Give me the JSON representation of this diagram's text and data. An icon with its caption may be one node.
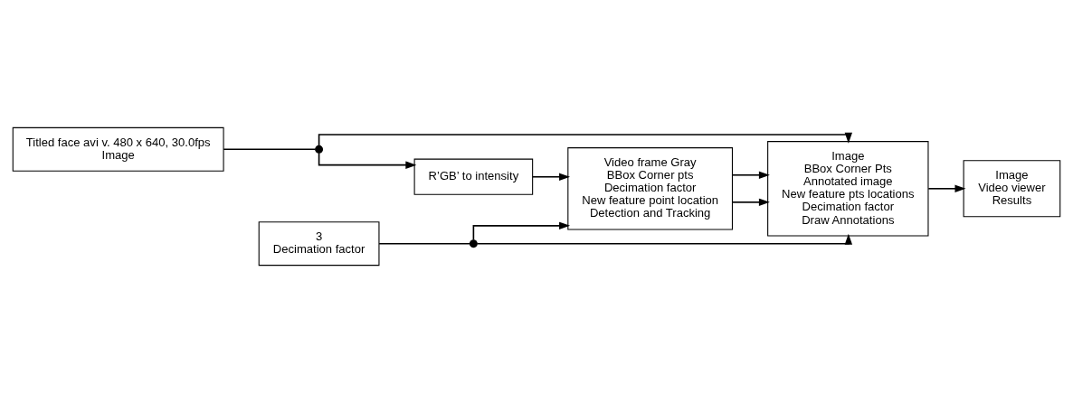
{
  "diagram": {
    "nodes": [
      {
        "text": [
          "Titled face avi v. 480 x 640, 30.0fps",
          "Image"
        ]
      },
      {
        "text": [],
        "shape": "circle"
      },
      {
        "text": [
          "R’GB’ to intensity"
        ]
      },
      {
        "text": [
          "Video frame Gray",
          "BBox Corner pts",
          "Decimation factor",
          "New feature point location",
          "Detection and Tracking"
        ]
      },
      {
        "text": [
          "Image",
          "BBox Corner Pts",
          "Annotated image",
          "New feature pts locations",
          "Decimation factor",
          "Draw Annotations"
        ]
      },
      {
        "text": [
          "Image",
          "Video viewer",
          "Results"
        ]
      },
      {
        "text": [
          "3",
          "Decimation factor"
        ]
      },
      {
        "text": [],
        "shape": "circle"
      }
    ],
    "edges": [
      {
        "from": 0,
        "to": 1,
        "arrow": "none"
      },
      {
        "from": 1,
        "to": 2,
        "arrow": "to"
      },
      {
        "from": 1,
        "to": 4,
        "arrow": "to"
      },
      {
        "from": 2,
        "to": 3,
        "arrow": "to"
      },
      {
        "from": 3,
        "to": 4,
        "arrow": "to"
      },
      {
        "from": 3,
        "to": 4,
        "arrow": "to"
      },
      {
        "from": 4,
        "to": 5,
        "arrow": "to"
      },
      {
        "from": 6,
        "to": 7,
        "arrow": "none"
      },
      {
        "from": 7,
        "to": 3,
        "arrow": "to"
      },
      {
        "from": 7,
        "to": 4,
        "arrow": "to"
      }
    ]
  }
}
